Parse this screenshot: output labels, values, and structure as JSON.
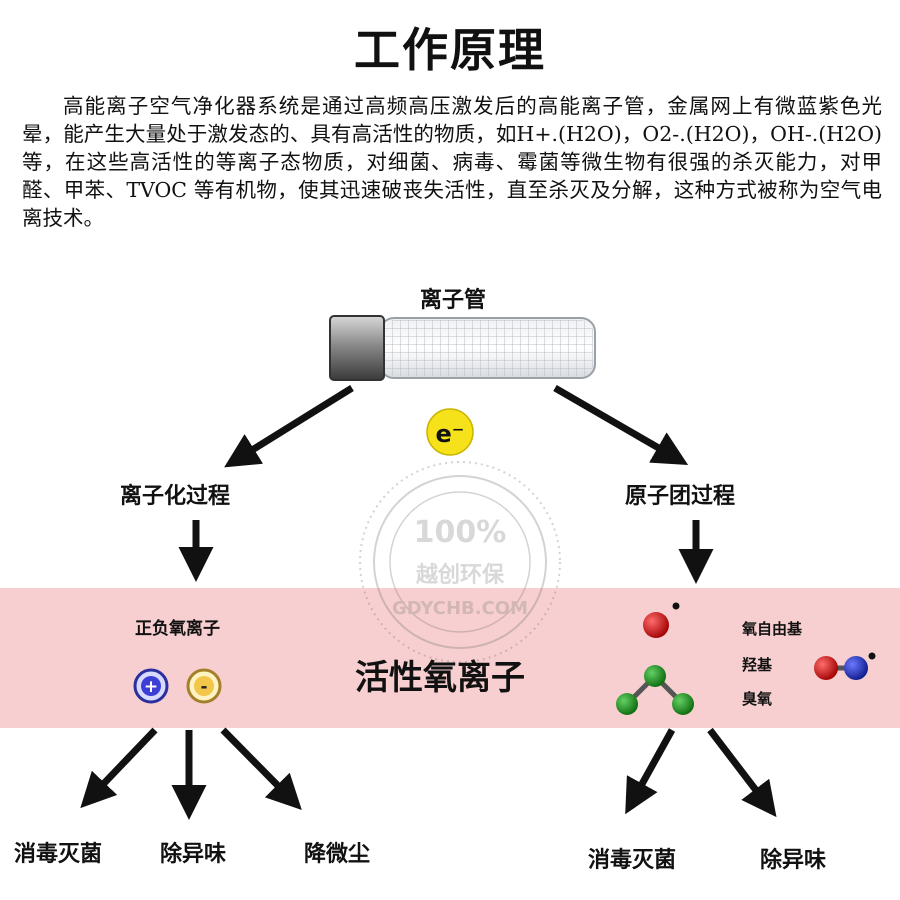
{
  "title": "工作原理",
  "intro": "高能离子空气净化器系统是通过高频高压激发后的高能离子管，金属网上有微蓝紫色光晕，能产生大量处于激发态的、具有高活性的物质，如H+.(H2O)，O2-.(H2O)，OH-.(H2O)等，在这些高活性的等离子态物质，对细菌、病毒、霉菌等微生物有很强的杀灭能力，对甲醛、甲苯、TVOC 等有机物，使其迅速破丧失活性，直至杀灭及分解，这种方式被称为空气电离技术。",
  "diagram": {
    "tube_label": "离子管",
    "electron_symbol": "e⁻",
    "ionization_label": "离子化过程",
    "cluster_label": "原子团过程",
    "posneg_label": "正负氧离子",
    "plus_symbol": "+",
    "minus_symbol": "-",
    "center_label": "活性氧离子",
    "radical_label": "氧自由基",
    "hydroxyl_label": "羟基",
    "ozone_label": "臭氧",
    "outcomes_left": [
      "消毒灭菌",
      "除异味",
      "降微尘"
    ],
    "outcomes_right": [
      "消毒灭菌",
      "除异味"
    ]
  },
  "watermark": {
    "percent": "100%",
    "brand": "越创环保",
    "site": "GDYCHB.COM"
  },
  "colors": {
    "band": "#f7cfd0",
    "electron": "#f5e21b",
    "plus_ion": "#3b3fd6",
    "minus_ion": "#f2c64a",
    "radical_atom": "#cc1111",
    "hydroxyl_o": "#cc1111",
    "hydroxyl_h": "#1a2aa8",
    "ozone_atom": "#1c8a1c"
  }
}
